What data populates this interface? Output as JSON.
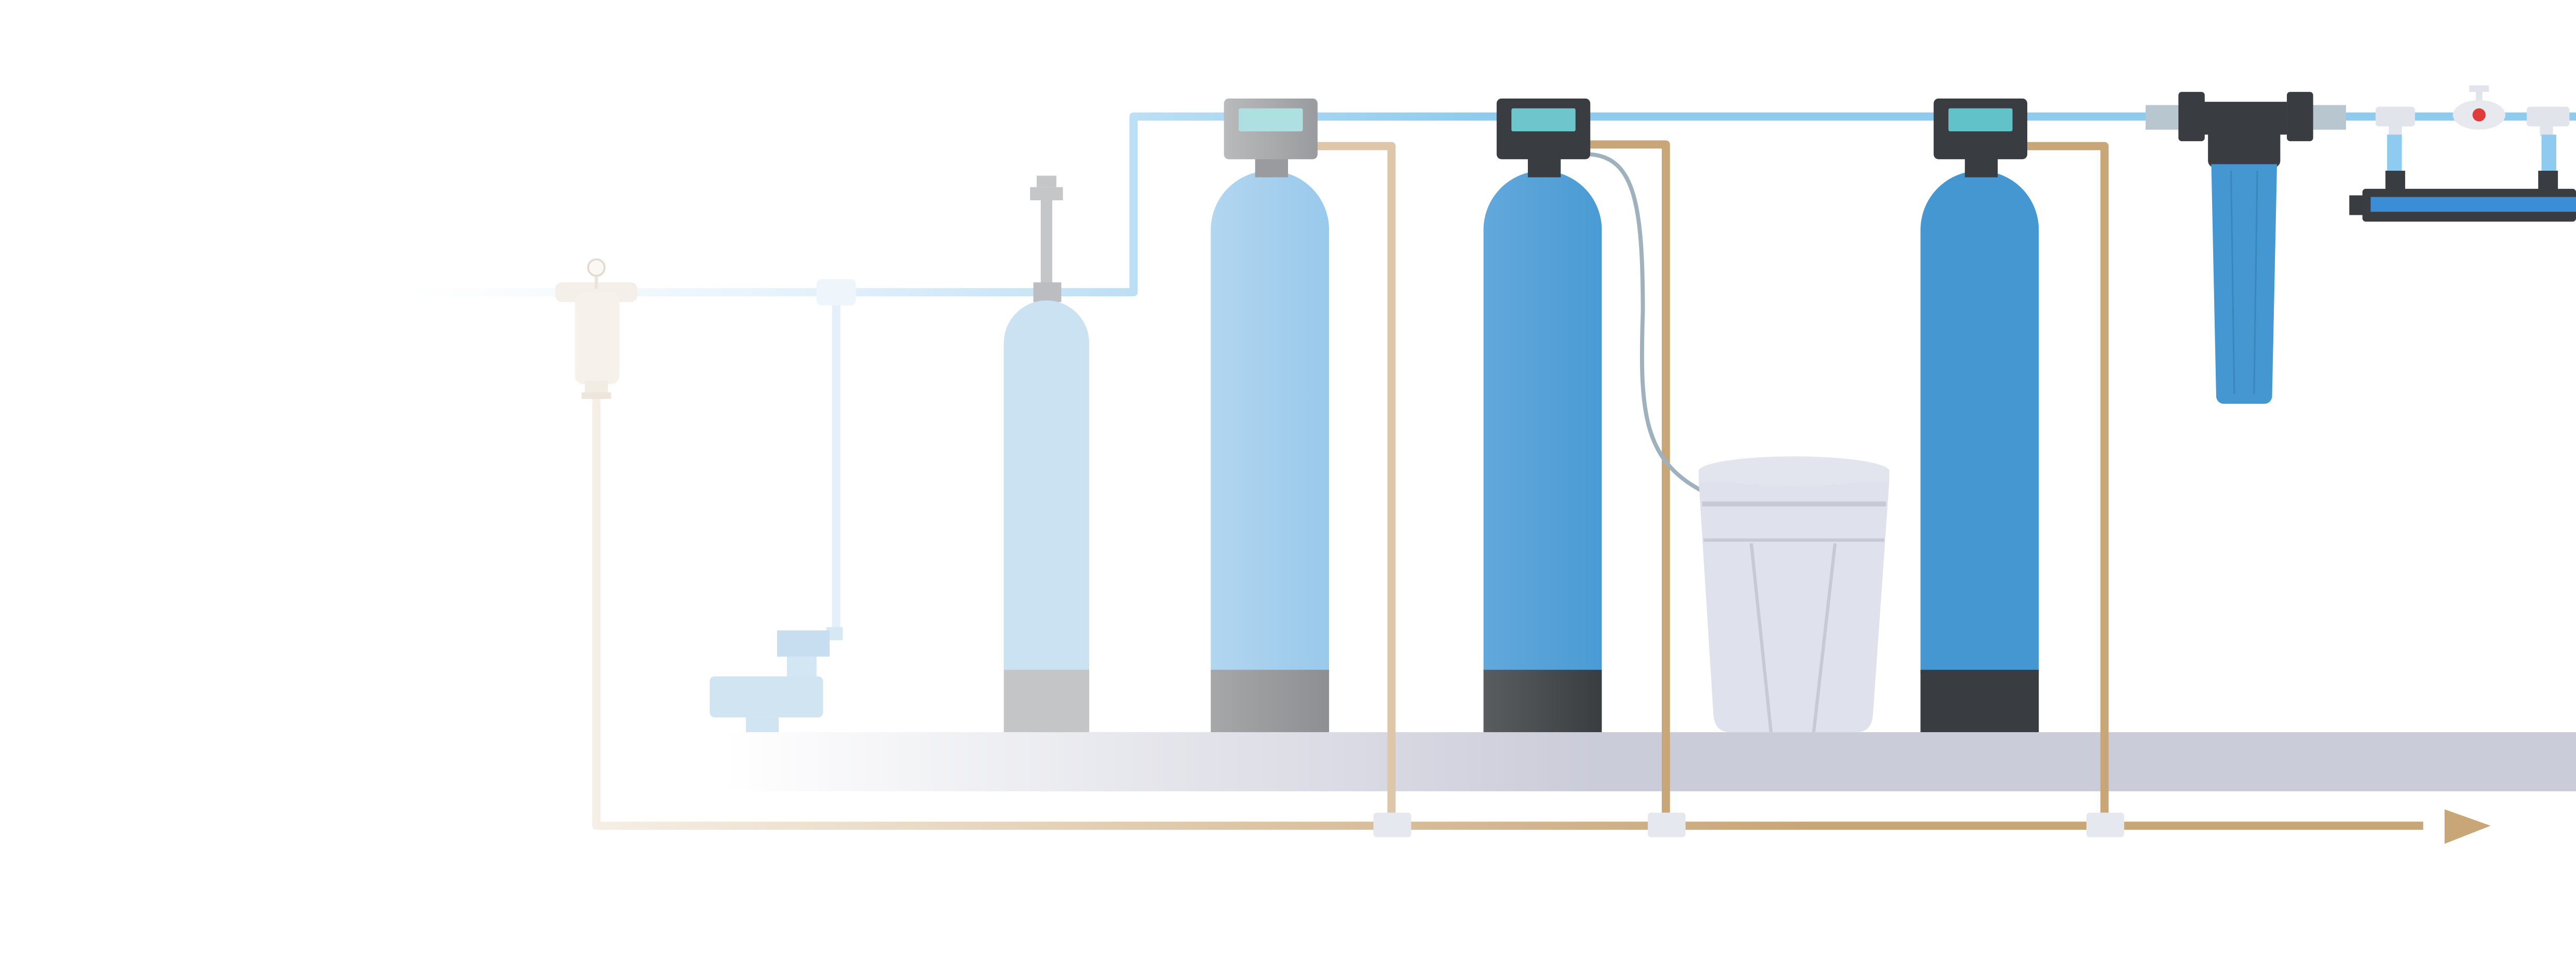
{
  "diagram": {
    "kind": "water-treatment-system",
    "flow_direction": "right",
    "colors": {
      "background": "#ffffff",
      "supply_pipe": "#8ecbee",
      "drain_pipe": "#c8a678",
      "floor": "#cbccd9",
      "tank_blue": "#4597d1",
      "tank_light_blue": "#a9d2ee",
      "tank_pale_blue": "#cae2f2",
      "controller_dark": "#393c40",
      "controller_grey": "#a6a8ac",
      "display_teal": "#62c2c9",
      "display_light": "#aee0e2",
      "brine_tank": "#dfe1ec",
      "uv_lamp": "#3b8dd8",
      "valve_red": "#e03c3c"
    },
    "components": [
      {
        "id": "sediment-prefilter",
        "icon": "gauge-icon"
      },
      {
        "id": "injection-pump",
        "icon": "pump-icon"
      },
      {
        "id": "air-injection-tank",
        "icon": "valve-icon"
      },
      {
        "id": "oxidation-filter-tank",
        "icon": "controller-icon"
      },
      {
        "id": "softener-tank",
        "icon": "controller-icon"
      },
      {
        "id": "brine-tank",
        "icon": "bucket-icon"
      },
      {
        "id": "carbon-filter-tank",
        "icon": "controller-icon"
      },
      {
        "id": "cartridge-filter",
        "icon": "filter-housing-icon"
      },
      {
        "id": "shutoff-valve",
        "icon": "valve-handle-icon"
      },
      {
        "id": "uv-sterilizer",
        "icon": "uv-lamp-icon"
      },
      {
        "id": "drain-outlet",
        "icon": "arrow-right-icon"
      }
    ]
  }
}
